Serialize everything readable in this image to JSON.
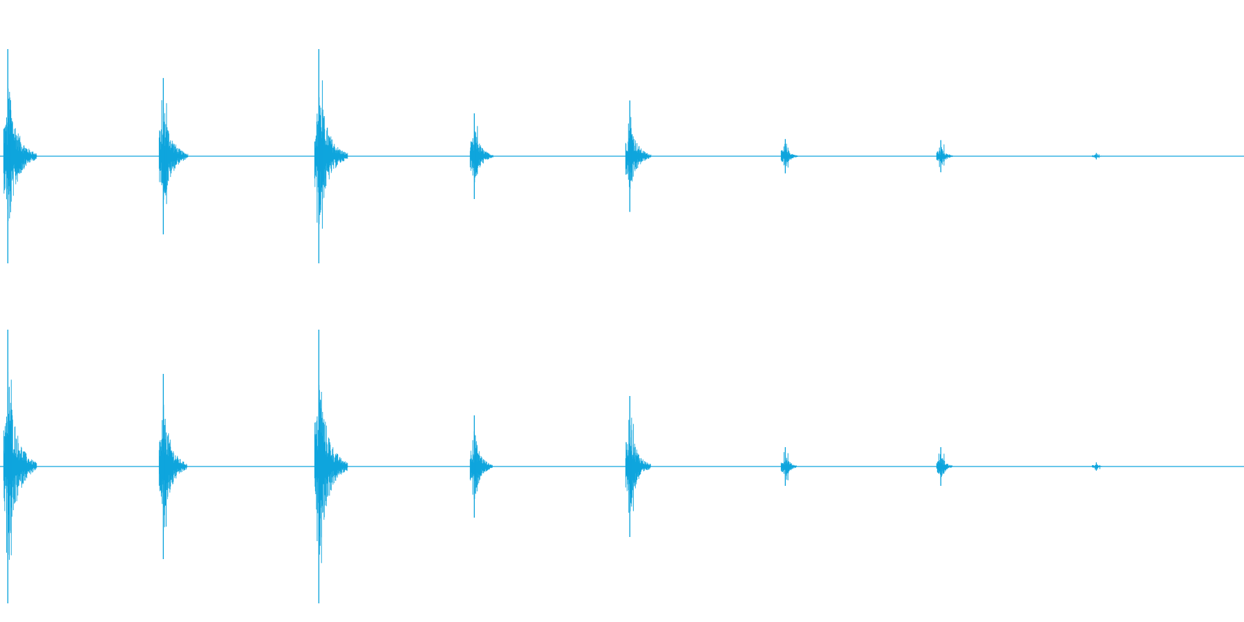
{
  "colors": {
    "background": "#ffffff",
    "waveform": "#0ea5dd"
  },
  "chart_data": {
    "type": "area",
    "channels": 2,
    "x_range": [
      0,
      1
    ],
    "y_range": [
      -1,
      1
    ],
    "grid": false,
    "series": [
      {
        "transients": [
          {
            "t": 0.0063,
            "peak_pos": 1.0,
            "peak_neg": 1.0
          },
          {
            "t": 0.1313,
            "peak_pos": 0.73,
            "peak_neg": 0.73
          },
          {
            "t": 0.2563,
            "peak_pos": 1.0,
            "peak_neg": 1.0
          },
          {
            "t": 0.3813,
            "peak_pos": 0.4,
            "peak_neg": 0.4
          },
          {
            "t": 0.5063,
            "peak_pos": 0.52,
            "peak_neg": 0.52
          },
          {
            "t": 0.6313,
            "peak_pos": 0.16,
            "peak_neg": 0.16
          },
          {
            "t": 0.7563,
            "peak_pos": 0.15,
            "peak_neg": 0.15
          },
          {
            "t": 0.8813,
            "peak_pos": 0.03,
            "peak_neg": 0.03
          }
        ]
      },
      {
        "transients": [
          {
            "t": 0.0063,
            "peak_pos": 0.99,
            "peak_neg": 0.99
          },
          {
            "t": 0.1313,
            "peak_pos": 0.67,
            "peak_neg": 0.67
          },
          {
            "t": 0.2563,
            "peak_pos": 0.99,
            "peak_neg": 0.99
          },
          {
            "t": 0.3813,
            "peak_pos": 0.37,
            "peak_neg": 0.37
          },
          {
            "t": 0.5063,
            "peak_pos": 0.51,
            "peak_neg": 0.51
          },
          {
            "t": 0.6313,
            "peak_pos": 0.14,
            "peak_neg": 0.14
          },
          {
            "t": 0.7563,
            "peak_pos": 0.14,
            "peak_neg": 0.14
          },
          {
            "t": 0.8813,
            "peak_pos": 0.03,
            "peak_neg": 0.03
          }
        ]
      }
    ]
  }
}
